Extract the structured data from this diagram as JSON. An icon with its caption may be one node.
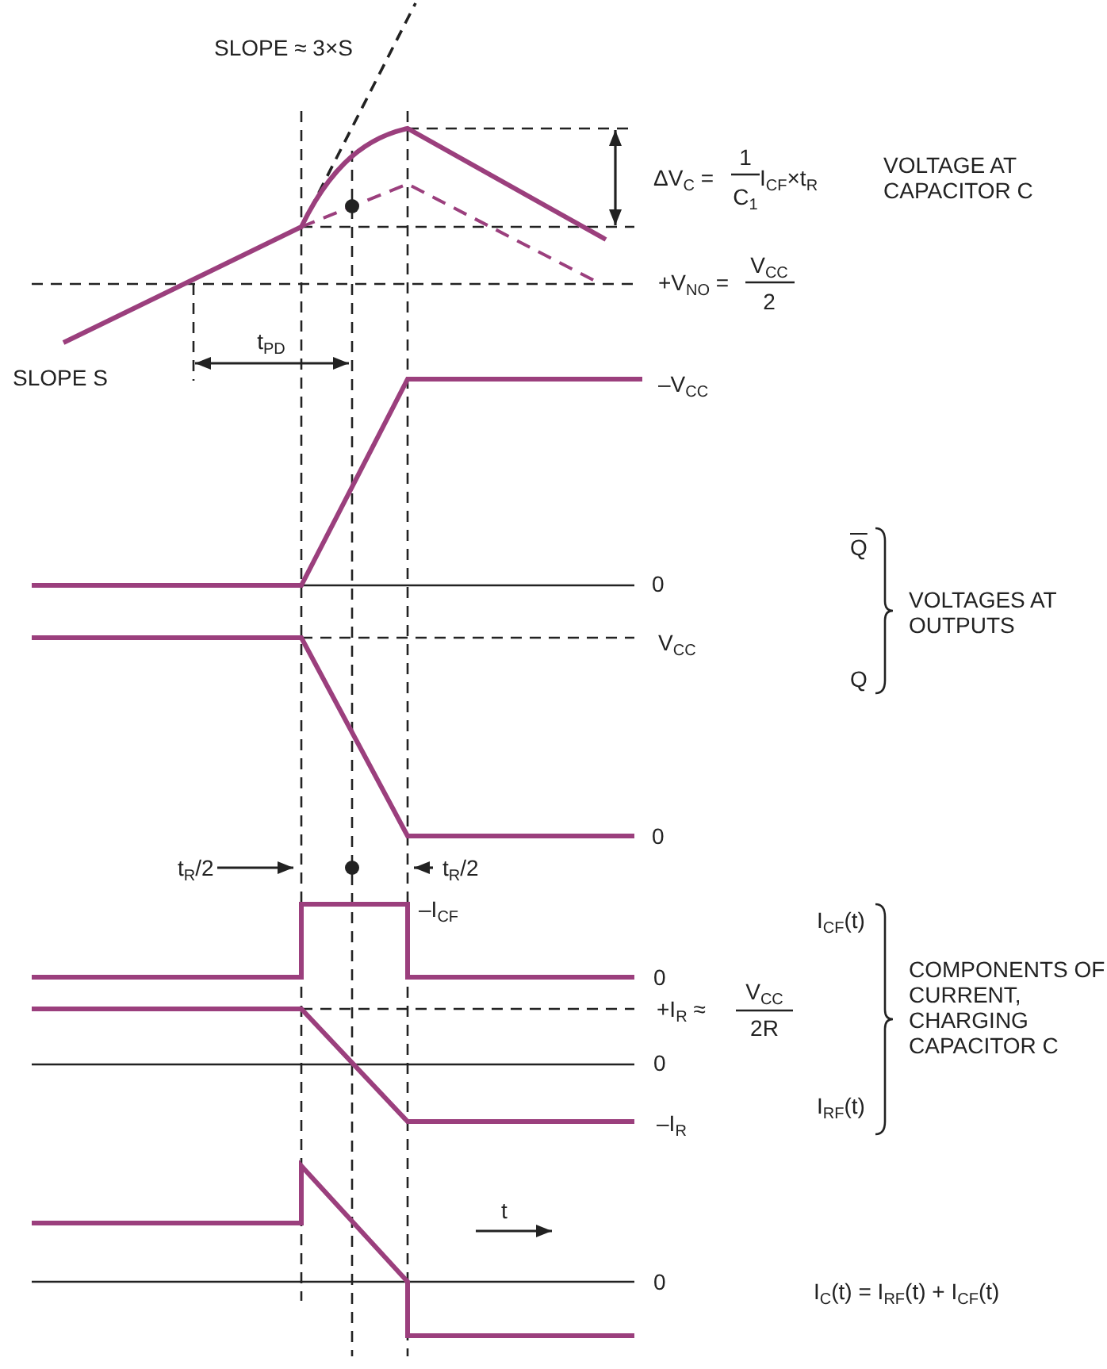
{
  "diagram": {
    "labels": [
      "SLOPE ≈ 3×S",
      "ΔV$_{C}$ =",
      "1",
      "C$_{1}$",
      "I$_{CF}$×t$_{R}$",
      "VOLTAGE AT CAPACITOR C",
      "+V$_{NO}$ =",
      "V$_{CC}$",
      "2",
      "SLOPE S",
      "t$_{PD}$",
      "–V$_{CC}$",
      "Q",
      "0",
      "VOLTAGES AT OUTPUTS",
      "V$_{CC}$",
      "Q",
      "0",
      "t$_{R}$/2",
      "t$_{R}$/2",
      "–I$_{CF}$",
      "I$_{CF}$(t)",
      "0",
      "COMPONENTS OF CURRENT, CHARGING CAPACITOR C",
      "+I$_{R}$ ≈",
      "V$_{CC}$",
      "2R",
      "0",
      "I$_{RF}$(t)",
      "–I$_{R}$",
      "t",
      "0",
      "I$_{C}$(t) = I$_{RF}$(t) + I$_{CF}$(t)"
    ]
  }
}
